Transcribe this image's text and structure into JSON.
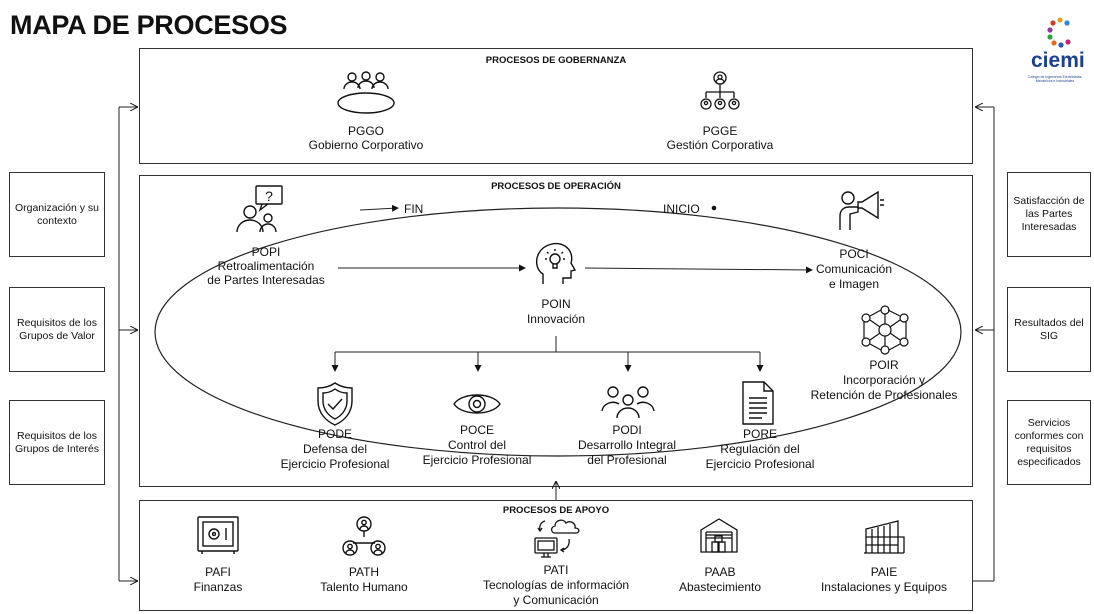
{
  "title": "MAPA DE PROCESOS",
  "logo": {
    "text": "ciemi",
    "subtitle": "Colegio de Ingenieros Electricistas, Mecánicos e Industriales"
  },
  "sections": {
    "governance": "PROCESOS DE GOBERNANZA",
    "operation": "PROCESOS DE OPERACIÓN",
    "support": "PROCESOS DE APOYO"
  },
  "inputs": [
    "Organización y su contexto",
    "Requisitos de los Grupos de Valor",
    "Requisitos de los Grupos de Interés"
  ],
  "outputs": [
    "Satisfacción de las Partes Interesadas",
    "Resultados del SIG",
    "Servicios conformes con requisitos especificados"
  ],
  "governance": [
    {
      "code": "PGGO",
      "name": "Gobierno Corporativo",
      "icon": "meeting-table-icon"
    },
    {
      "code": "PGGE",
      "name": "Gestión Corporativa",
      "icon": "org-chart-icon"
    }
  ],
  "cycle": {
    "end": "FIN",
    "start": "INICIO"
  },
  "operation": {
    "popi": {
      "code": "POPI",
      "line1": "Retroalimentación",
      "line2": "de Partes Interesadas",
      "icon": "feedback-person-icon"
    },
    "poin": {
      "code": "POIN",
      "name": "Innovación",
      "icon": "idea-head-icon"
    },
    "poci": {
      "code": "POCI",
      "line1": "Comunicación",
      "line2": "e Imagen",
      "icon": "megaphone-icon"
    },
    "poir": {
      "code": "POIR",
      "line1": "Incorporación y",
      "line2": "Retención de Profesionales",
      "icon": "network-people-icon"
    },
    "pode": {
      "code": "PODE",
      "line1": "Defensa del",
      "line2": "Ejercicio Profesional",
      "icon": "shield-icon"
    },
    "poce": {
      "code": "POCE",
      "line1": "Control del",
      "line2": "Ejercicio Profesional",
      "icon": "eye-icon"
    },
    "podi": {
      "code": "PODI",
      "line1": "Desarrollo Integral",
      "line2": "del Profesional",
      "icon": "people-group-icon"
    },
    "pore": {
      "code": "PORE",
      "line1": "Regulación del",
      "line2": "Ejercicio Profesional",
      "icon": "document-icon"
    }
  },
  "support": [
    {
      "code": "PAFI",
      "line1": "Finanzas",
      "line2": "",
      "icon": "safe-icon"
    },
    {
      "code": "PATH",
      "line1": "Talento Humano",
      "line2": "",
      "icon": "team-icon"
    },
    {
      "code": "PATI",
      "line1": "Tecnologías de información",
      "line2": "y Comunicación",
      "icon": "cloud-computer-icon"
    },
    {
      "code": "PAAB",
      "line1": "Abastecimiento",
      "line2": "",
      "icon": "warehouse-icon"
    },
    {
      "code": "PAIE",
      "line1": "Instalaciones y Equipos",
      "line2": "",
      "icon": "building-icon"
    }
  ]
}
